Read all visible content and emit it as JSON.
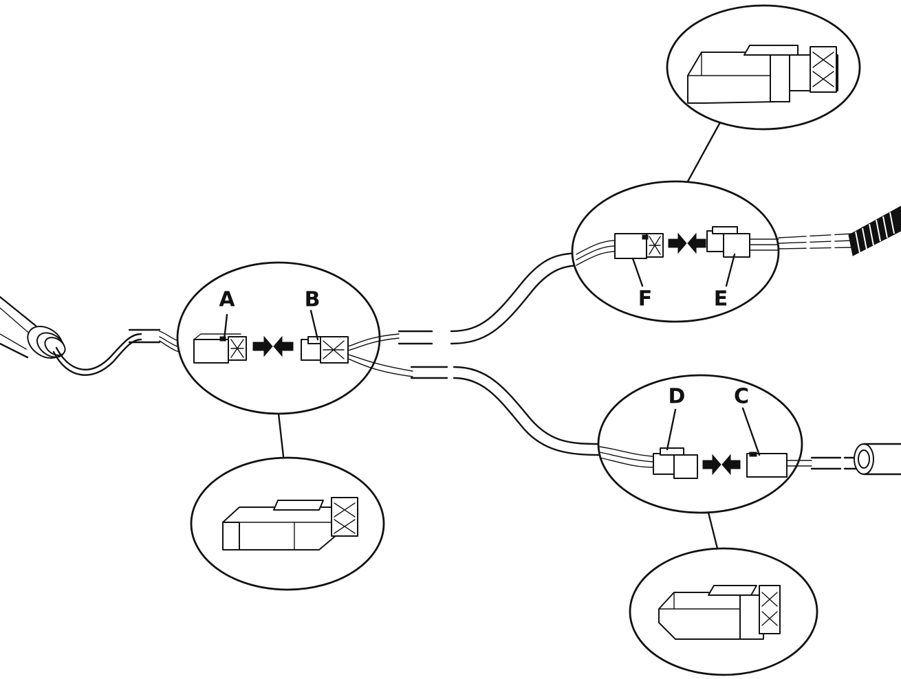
{
  "diagram": {
    "labels": {
      "A": "A",
      "B": "B",
      "C": "C",
      "D": "D",
      "E": "E",
      "F": "F"
    },
    "colors": {
      "line": "#111111",
      "background": "#ffffff"
    }
  }
}
